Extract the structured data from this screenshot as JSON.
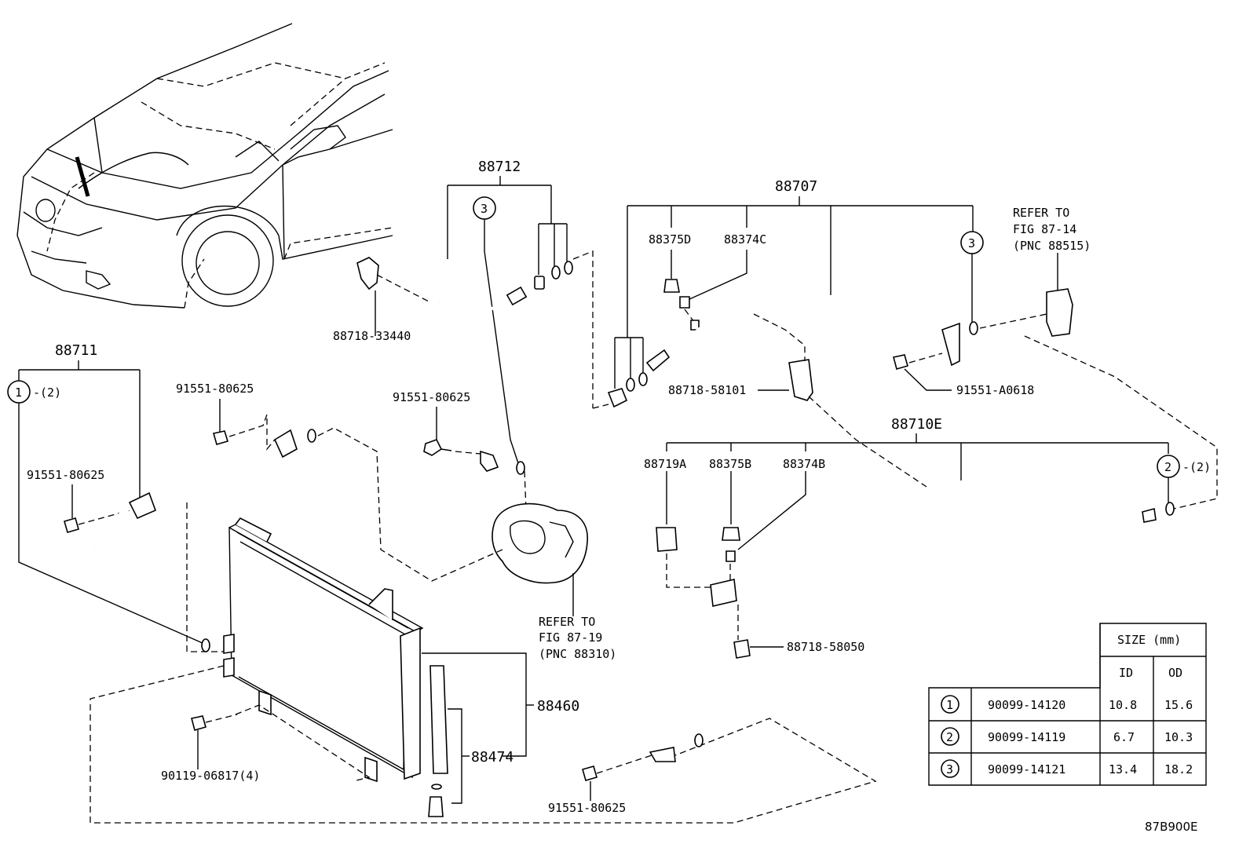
{
  "labels": {
    "p88712": "88712",
    "p88707": "88707",
    "p88711": "88711",
    "p88710e": "88710E",
    "p88460": "88460",
    "p88474": "88474",
    "p88375d": "88375D",
    "p88374c": "88374C",
    "p88719a": "88719A",
    "p88375b": "88375B",
    "p88374b": "88374B",
    "p88718_33440": "88718-33440",
    "p88718_58101": "88718-58101",
    "p88718_58050": "88718-58050",
    "p91551_80625_a": "91551-80625",
    "p91551_80625_b": "91551-80625",
    "p91551_80625_c": "91551-80625",
    "p91551_80625_d": "91551-80625",
    "p91551_a0618": "91551-A0618",
    "p90119_06817": "90119-06817(4)",
    "callout1_qty": "-(2)",
    "callout2_qty": "-(2)",
    "figure_code": "87B900E"
  },
  "callouts": {
    "c1": "1",
    "c2": "2",
    "c3a": "3",
    "c3b": "3"
  },
  "refs": {
    "ref1": [
      "REFER TO",
      "FIG 87-14",
      "(PNC 88515)"
    ],
    "ref2": [
      "REFER TO",
      "FIG 87-19",
      "(PNC 88310)"
    ]
  },
  "size_table": {
    "header": "SIZE (mm)",
    "col_id": "ID",
    "col_od": "OD",
    "rows": [
      {
        "mark": "1",
        "part": "90099-14120",
        "id": "10.8",
        "od": "15.6"
      },
      {
        "mark": "2",
        "part": "90099-14119",
        "id": "6.7",
        "od": "10.3"
      },
      {
        "mark": "3",
        "part": "90099-14121",
        "id": "13.4",
        "od": "18.2"
      }
    ]
  }
}
